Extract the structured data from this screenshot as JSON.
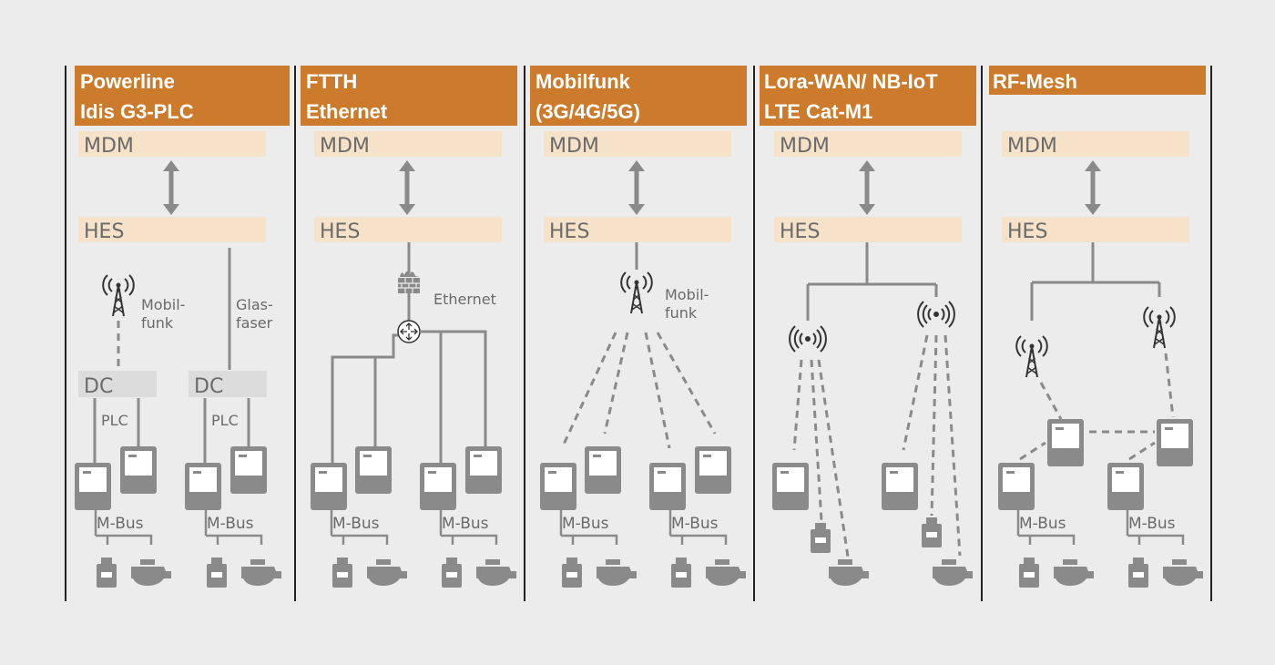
{
  "columns": [
    {
      "id": "powerline",
      "title_lines": [
        "Powerline",
        "Idis G3-PLC"
      ],
      "mdm": "MDM",
      "hes": "HES",
      "labels": {
        "mobilfunk_1": "Mobil-",
        "mobilfunk_2": "funk",
        "glasfaser_1": "Glas-",
        "glasfaser_2": "faser",
        "dc": "DC",
        "plc": "PLC",
        "mbus": "M-Bus"
      }
    },
    {
      "id": "ftth",
      "title_lines": [
        "FTTH",
        "Ethernet"
      ],
      "mdm": "MDM",
      "hes": "HES",
      "labels": {
        "ethernet": "Ethernet",
        "mbus": "M-Bus"
      }
    },
    {
      "id": "mobilfunk",
      "title_lines": [
        "Mobilfunk",
        "(3G/4G/5G)"
      ],
      "mdm": "MDM",
      "hes": "HES",
      "labels": {
        "mobilfunk_1": "Mobil-",
        "mobilfunk_2": "funk",
        "mbus": "M-Bus"
      }
    },
    {
      "id": "lora",
      "title_lines": [
        "Lora-WAN/ NB-IoT",
        "LTE Cat-M1"
      ],
      "mdm": "MDM",
      "hes": "HES",
      "labels": {}
    },
    {
      "id": "rfmesh",
      "title_lines": [
        "RF-Mesh"
      ],
      "mdm": "MDM",
      "hes": "HES",
      "labels": {
        "mbus": "M-Bus"
      }
    }
  ],
  "colors": {
    "background": "#ececec",
    "header": "#cc7a2c",
    "header_text": "#ffffff",
    "box_light": "#f6e2c9",
    "box_gray": "#dcdcdc",
    "device": "#8a8a8a",
    "line": "#8a8a8a",
    "divider": "#222222",
    "text": "#6a6a6a"
  }
}
